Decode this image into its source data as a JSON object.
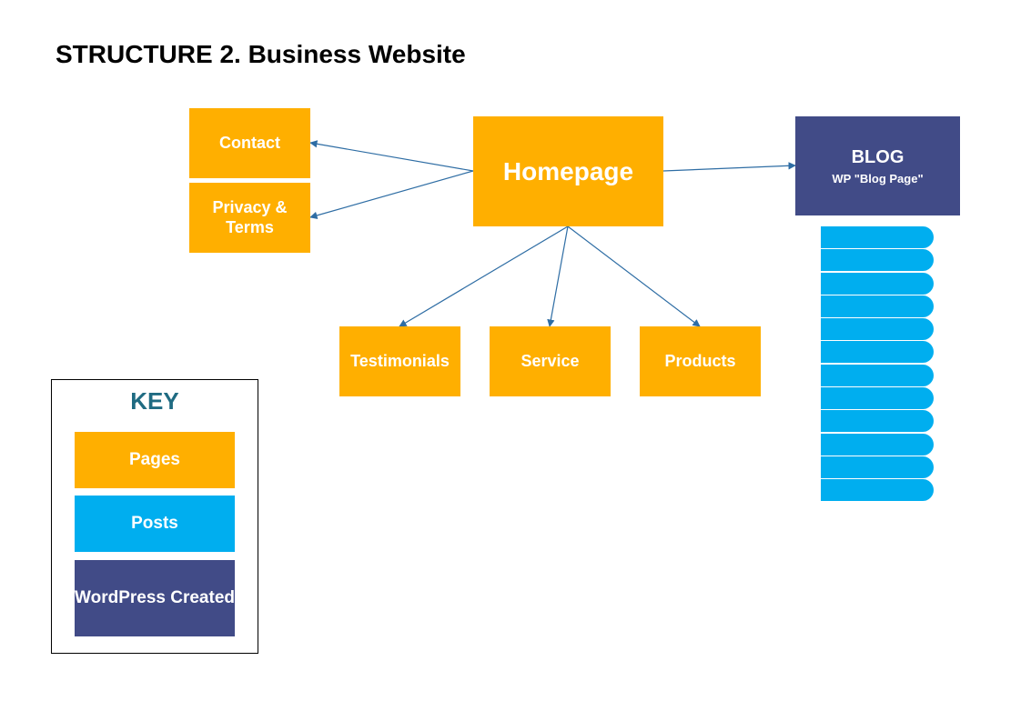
{
  "title": "STRUCTURE 2. Business Website",
  "nodes": {
    "homepage": "Homepage",
    "contact": "Contact",
    "privacy": "Privacy & Terms",
    "testimonials": "Testimonials",
    "service": "Service",
    "products": "Products",
    "blog_title": "BLOG",
    "blog_sub": "WP \"Blog Page\""
  },
  "key": {
    "title": "KEY",
    "pages": "Pages",
    "posts": "Posts",
    "wordpress": "WordPress Created"
  },
  "colors": {
    "pages": "#FFAF00",
    "posts": "#00AEEF",
    "wordpress": "#414B87",
    "arrow": "#2E6DA4",
    "key_title": "#1F6B82"
  },
  "post_count": 12
}
